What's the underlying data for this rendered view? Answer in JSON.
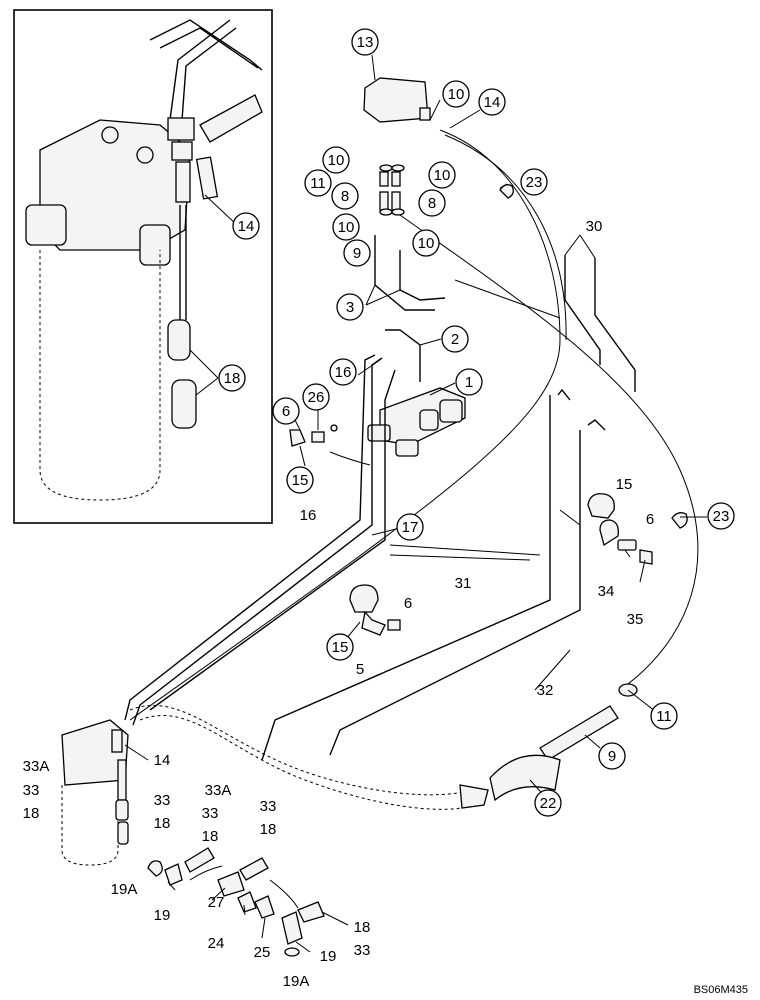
{
  "labels": {
    "c13": "13",
    "c10a": "10",
    "c14a": "14",
    "c10b": "10",
    "c10c": "10",
    "c11a": "11",
    "c8a": "8",
    "c8b": "8",
    "c10d": "10",
    "c10e": "10",
    "c23a": "23",
    "c9a": "9",
    "t30": "30",
    "c3": "3",
    "c2": "2",
    "c16": "16",
    "c1": "1",
    "c26": "26",
    "c6a": "6",
    "c15a": "15",
    "c14b": "14",
    "c18a": "18",
    "c17": "17",
    "t16": "16",
    "t15": "15",
    "t6a": "6",
    "c23b": "23",
    "t6b": "6",
    "t31": "31",
    "t34": "34",
    "c15b": "15",
    "t5": "5",
    "t35": "35",
    "t32": "32",
    "c11b": "11",
    "t14": "14",
    "t33A_l": "33A",
    "t33_l": "33",
    "t18_l": "18",
    "t33_m": "33",
    "t18_m": "18",
    "t33A_m": "33A",
    "t33_m2": "33",
    "t18_m2": "18",
    "t33_r": "33",
    "t18_r": "18",
    "c9b": "9",
    "c22": "22",
    "t19A_l": "19A",
    "t19_l": "19",
    "t27": "27",
    "t24": "24",
    "t25": "25",
    "t19_r": "19",
    "t18_b": "18",
    "t33_b": "33",
    "t19A_b": "19A",
    "ref": "BS06M435"
  }
}
